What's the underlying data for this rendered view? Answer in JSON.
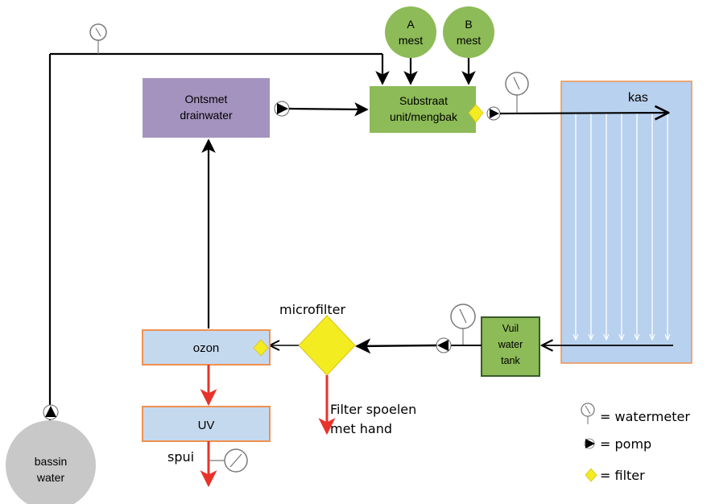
{
  "colors": {
    "purple": "#a493bf",
    "green": "#8dbb57",
    "dark_green_border": "#3a5a2a",
    "light_blue": "#c5d9ee",
    "orange_border": "#f0914f",
    "kas_fill": "#b8d1ee",
    "grey_circle": "#c8c8c8",
    "yellow": "#f2ec20",
    "red": "#e8322a",
    "line": "#000000",
    "meter_stroke": "#7a7a7a"
  },
  "nodes": {
    "a_mest": {
      "line1": "A",
      "line2": "mest"
    },
    "b_mest": {
      "line1": "B",
      "line2": "mest"
    },
    "ontsmet": {
      "line1": "Ontsmet",
      "line2": "drainwater"
    },
    "substraat": {
      "line1": "Substraat",
      "line2": "unit/mengbak"
    },
    "kas": {
      "label": "kas"
    },
    "vuil": {
      "line1": "Vuil",
      "line2": "water",
      "line3": "tank"
    },
    "ozon": {
      "label": "ozon"
    },
    "uv": {
      "label": "UV"
    },
    "bassin": {
      "line1": "bassin",
      "line2": "water"
    }
  },
  "labels": {
    "microfilter": "microfilter",
    "filter_spoelen_1": "Filter spoelen",
    "filter_spoelen_2": "met hand",
    "spui": "spui"
  },
  "legend": {
    "watermeter": "= watermeter",
    "pomp": "= pomp",
    "filter": "= filter"
  }
}
